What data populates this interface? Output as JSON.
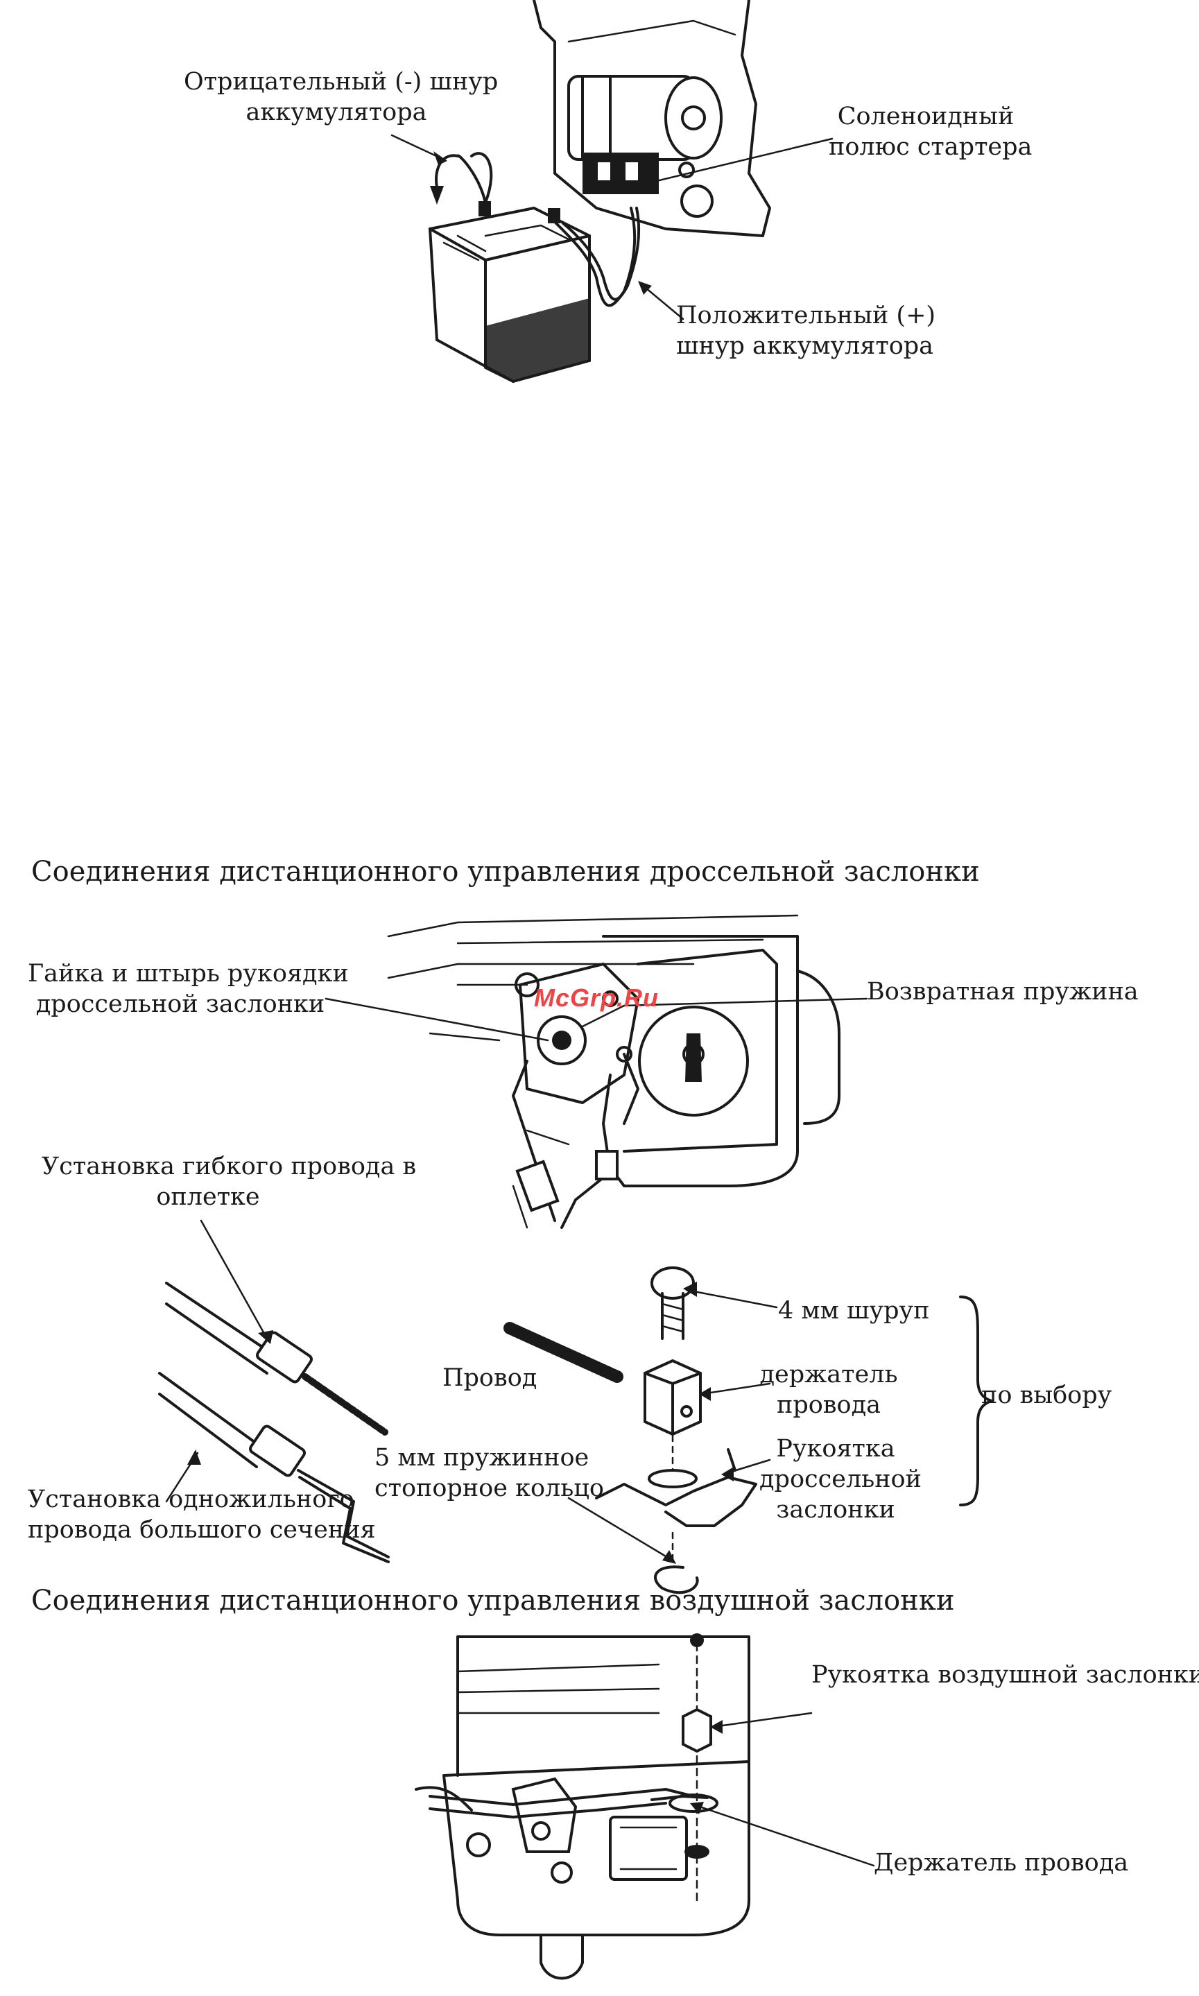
{
  "figure_battery": {
    "negative_cable": [
      "Отрицательный (-) шнур",
      "аккумулятора"
    ],
    "solenoid_terminal": [
      "Соленоидный",
      "полюс стартера"
    ],
    "positive_cable": [
      "Положительный (+)",
      "шнур аккумулятора"
    ]
  },
  "section_throttle": {
    "heading": "Соединения дистанционного управления дроссельной заслонки",
    "pivot_nut": [
      "Гайка и штырь рукоядки",
      "дроссельной заслонки"
    ],
    "return_spring": "Возвратная пружина",
    "watermark": "McGrp.Ru",
    "flexible_wire": [
      "Установка гибкого провода в",
      "оплетке"
    ],
    "solid_wire": [
      "Установка одножильного",
      "провода большого сечения"
    ],
    "wire": "Провод",
    "screw": "4 мм шуруп",
    "wire_holder": [
      "держатель",
      "провода"
    ],
    "optional": "по выбору",
    "lock_ring": [
      "5 мм пружинное",
      "стопорное кольцо"
    ],
    "throttle_lever": [
      "Рукоятка",
      "дроссельной",
      "заслонки"
    ]
  },
  "section_choke": {
    "heading": "Соединения дистанционного управления воздушной заслонки",
    "choke_lever": "Рукоятка воздушной заслонки",
    "wire_holder": "Держатель провода"
  }
}
